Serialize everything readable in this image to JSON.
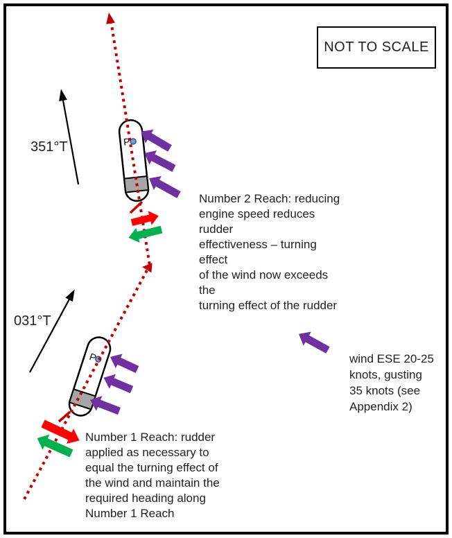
{
  "title_box": {
    "text": "NOT TO SCALE"
  },
  "bearings": {
    "reach2": "351°T",
    "reach1": "031°T"
  },
  "ships": {
    "pivot_label": "P"
  },
  "annotations": {
    "reach2": "Number 2 Reach: reducing\nengine speed reduces rudder\neffectiveness – turning effect\nof the wind now exceeds the\nturning effect of the rudder",
    "reach1": "Number 1 Reach: rudder\napplied as necessary to\nequal the turning effect of\nthe wind and maintain the\nrequired heading along\nNumber 1 Reach",
    "wind": "wind ESE 20-25\nknots, gusting\n35 knots (see\nAppendix 2)"
  },
  "colors": {
    "purple": "#7030A0",
    "red": "#FF0000",
    "green": "#00B050",
    "track_red": "#C00000",
    "gray_fill": "#A6A6A6",
    "blue_dot_fill": "#7B9BD2",
    "blue_dot_ring": "#2E5597"
  }
}
